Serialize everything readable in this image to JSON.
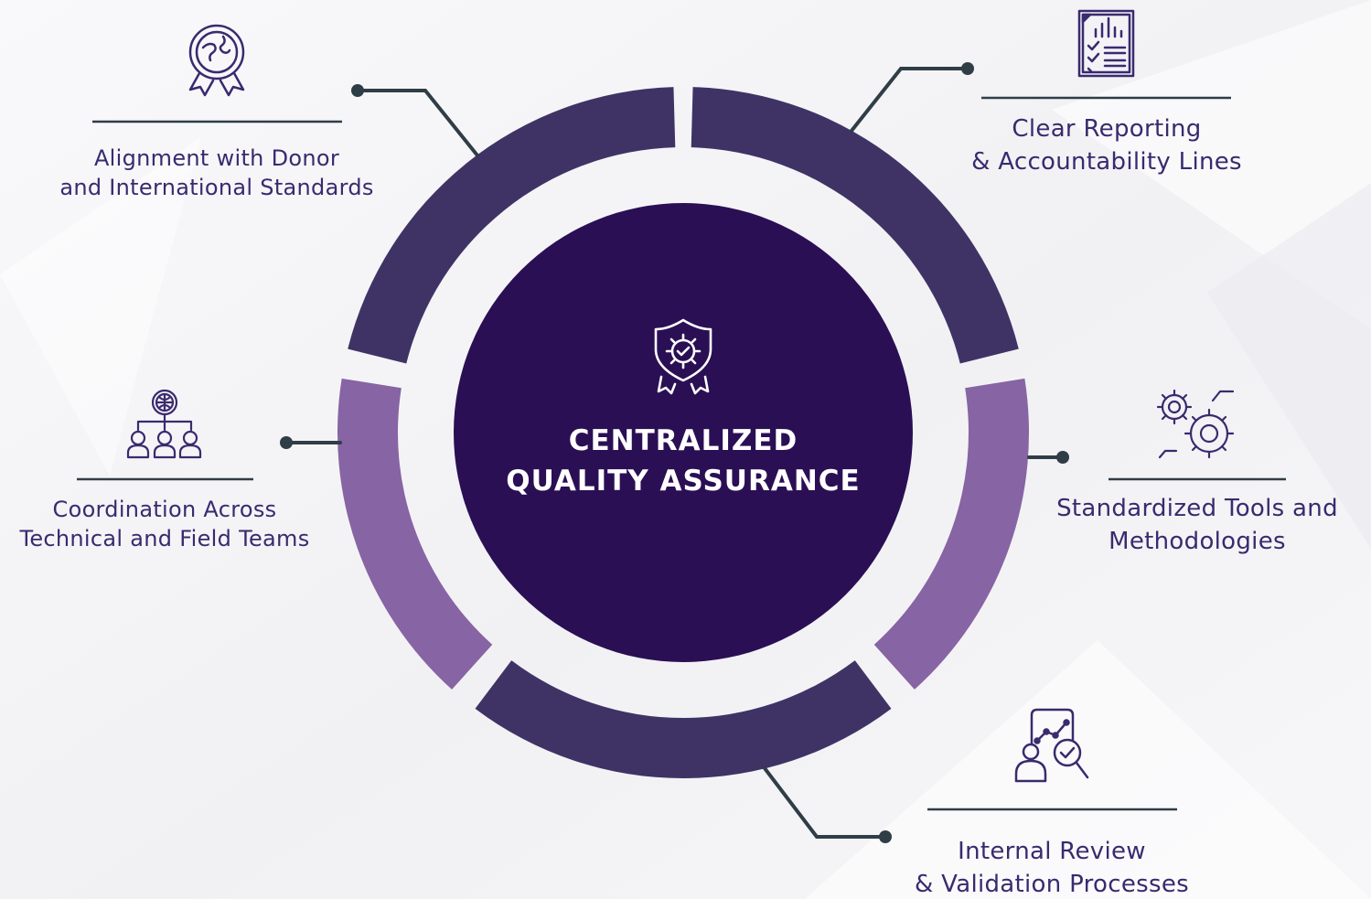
{
  "center": {
    "title_line1": "CENTRALIZED",
    "title_line2": "QUALITY ASSURANCE",
    "icon": "shield-gear-check-icon"
  },
  "items": [
    {
      "line1": "Alignment with Donor",
      "line2": "and International Standards",
      "icon": "award-globe-icon"
    },
    {
      "line1": "Clear Reporting",
      "line2": "& Accountability Lines",
      "icon": "report-checklist-icon"
    },
    {
      "line1": "Coordination Across",
      "line2": "Technical and Field Teams",
      "icon": "team-network-icon"
    },
    {
      "line1": "Standardized Tools and",
      "line2": "Methodologies",
      "icon": "gears-icon"
    },
    {
      "line1": "Internal Review",
      "line2": "& Validation Processes",
      "icon": "analysis-review-icon"
    }
  ],
  "colors": {
    "dark_segment": "#3f3366",
    "light_segment": "#8764a3",
    "center_fill": "#2b0f55",
    "connector": "#2f3d47",
    "text": "#3a2a6e"
  }
}
